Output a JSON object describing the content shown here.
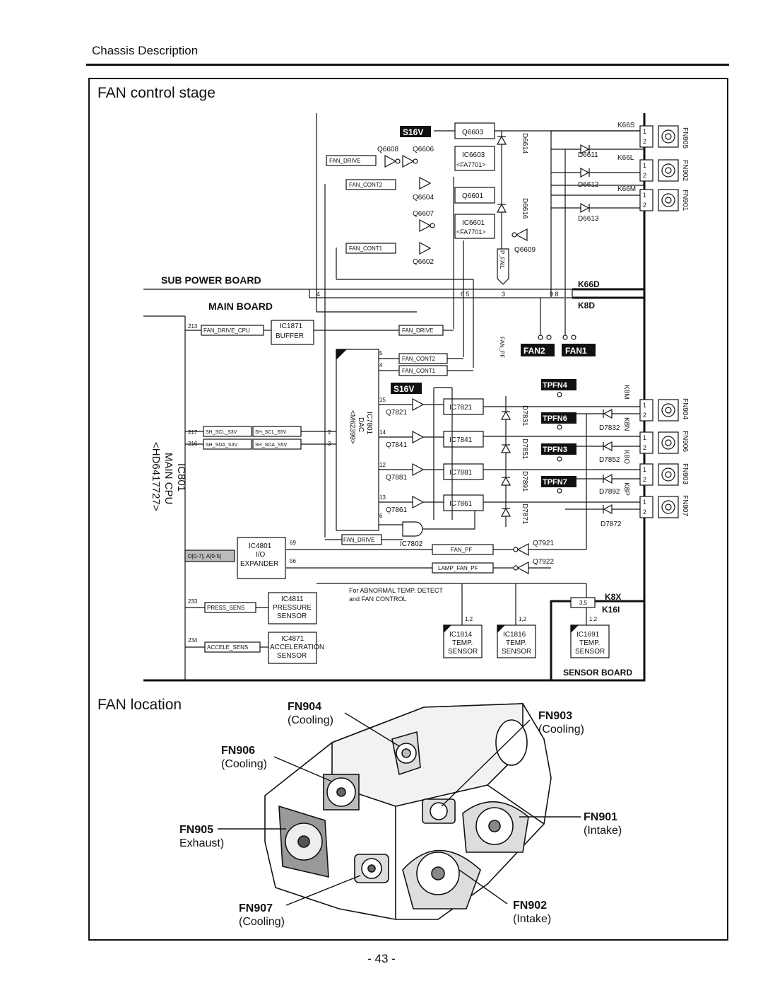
{
  "header": {
    "section": "Chassis Description"
  },
  "page_number": "- 43 -",
  "control": {
    "title": "FAN control stage",
    "boards": {
      "sub_power": "SUB POWER BOARD",
      "main": "MAIN BOARD",
      "sensor": "SENSOR BOARD"
    },
    "connectors": {
      "k66d": "K66D",
      "k8d": "K8D",
      "k8x": "K8X",
      "k16i": "K16I",
      "k8x_pins": "3,5"
    },
    "connector_pins": {
      "p4": "4",
      "p65": "6  5",
      "p3": "3",
      "p98": "9  8"
    },
    "cpu": {
      "name": "IC801",
      "role": "MAIN CPU",
      "part": "<HD6417727>"
    },
    "cpu_pins": {
      "p213": "213",
      "p217": "217",
      "p216": "216",
      "p233": "233",
      "p234": "234"
    },
    "ics": {
      "ic1871": "IC1871",
      "buffer": "BUFFER",
      "ic7801": "IC7801",
      "dac": "DAC",
      "ic7801_part": "<M62399>",
      "ic4801": "IC4801",
      "io": "I/O",
      "expander": "EXPANDER",
      "ic4811": "IC4811",
      "pressure": "PRESSURE",
      "sensor": "SENSOR",
      "ic4871": "IC4871",
      "acceleration": "ACCELERATION",
      "ic6603": "IC6603",
      "ic6601": "IC6601",
      "fa7701": "<FA7701>",
      "ic7821": "IC7821",
      "ic7841": "IC7841",
      "ic7881": "IC7881",
      "ic7861": "IC7861",
      "ic7802": "IC7802",
      "ic1814": "IC1814",
      "ic1816": "IC1816",
      "ic1691": "IC1691",
      "temp": "TEMP."
    },
    "transistors": {
      "q6603": "Q6603",
      "q6601": "Q6601",
      "q6608": "Q6608",
      "q6606": "Q6606",
      "q6604": "Q6604",
      "q6607": "Q6607",
      "q6602": "Q6602",
      "q6609": "Q6609",
      "q7821": "Q7821",
      "q7841": "Q7841",
      "q7881": "Q7881",
      "q7861": "Q7861",
      "q7921": "Q7921",
      "q7922": "Q7922"
    },
    "diodes": {
      "d6614": "D6614",
      "d6616": "D6616",
      "d6611": "D6611",
      "d6612": "D6612",
      "d6613": "D6613",
      "d7831": "D7831",
      "d7851": "D7851",
      "d7891": "D7891",
      "d7871": "D7871",
      "d7832": "D7832",
      "d7852": "D7852",
      "d7892": "D7892",
      "d7872": "D7872"
    },
    "signals": {
      "fan_drive": "FAN_DRIVE",
      "fan_cont2": "FAN_CONT2",
      "fan_cont1": "FAN_CONT1",
      "fan_drive_cpu": "FAN_DRIVE_CPU",
      "sh_scl_s3v": "SH_SCL_S3V",
      "sh_scl_s5v": "SH_SCL_S5V",
      "sh_sda_s3v": "SH_SDA_S3V",
      "sh_sda_s5v": "SH_SDA_S5V",
      "data_bus": "D[0-7], A[0-5]",
      "press_sens": "PRESS_SENS",
      "accele_sens": "ACCELE_SENS",
      "fan_pf": "FAN_PF",
      "lamp_fan_pf": "LAMP_FAN_PF",
      "p_fail": "P_FAIL"
    },
    "dac_pins": {
      "p5": "5",
      "p4": "4",
      "p2": "2",
      "p3": "3",
      "p15": "15",
      "p14": "14",
      "p12": "12",
      "p13": "13",
      "p6": "6",
      "p69": "69",
      "p56": "56",
      "p12s": "1,2"
    },
    "supply": "S16V",
    "jumpers": {
      "fan2": "FAN2",
      "fan1": "FAN1",
      "tpfn4": "TPFN4",
      "tpfn6": "TPFN6",
      "tpfn3": "TPFN3",
      "tpfn7": "TPFN7"
    },
    "sockets": {
      "k66s": "K66S",
      "k66l": "K66L",
      "k66m": "K66M",
      "k8m": "K8M",
      "k8n": "K8N",
      "k8o": "K8O",
      "k8p": "K8P"
    },
    "fans": {
      "fn905": "FN905",
      "fn902": "FN902",
      "fn901": "FN901",
      "fn904": "FN904",
      "fn906": "FN906",
      "fn903": "FN903",
      "fn907": "FN907"
    },
    "pin1": "1",
    "pin2": "2",
    "note": "For ABNORMAL TEMP. DETECT",
    "note2": "and FAN CONTROL"
  },
  "location": {
    "title": "FAN location",
    "labels": [
      {
        "id": "FN904",
        "role": "(Cooling)"
      },
      {
        "id": "FN903",
        "role": "(Cooling)"
      },
      {
        "id": "FN906",
        "role": "(Cooling)"
      },
      {
        "id": "FN901",
        "role": "(Intake)"
      },
      {
        "id": "FN905",
        "role": "Exhaust)"
      },
      {
        "id": "FN907",
        "role": "(Cooling)"
      },
      {
        "id": "FN902",
        "role": "(Intake)"
      }
    ]
  }
}
